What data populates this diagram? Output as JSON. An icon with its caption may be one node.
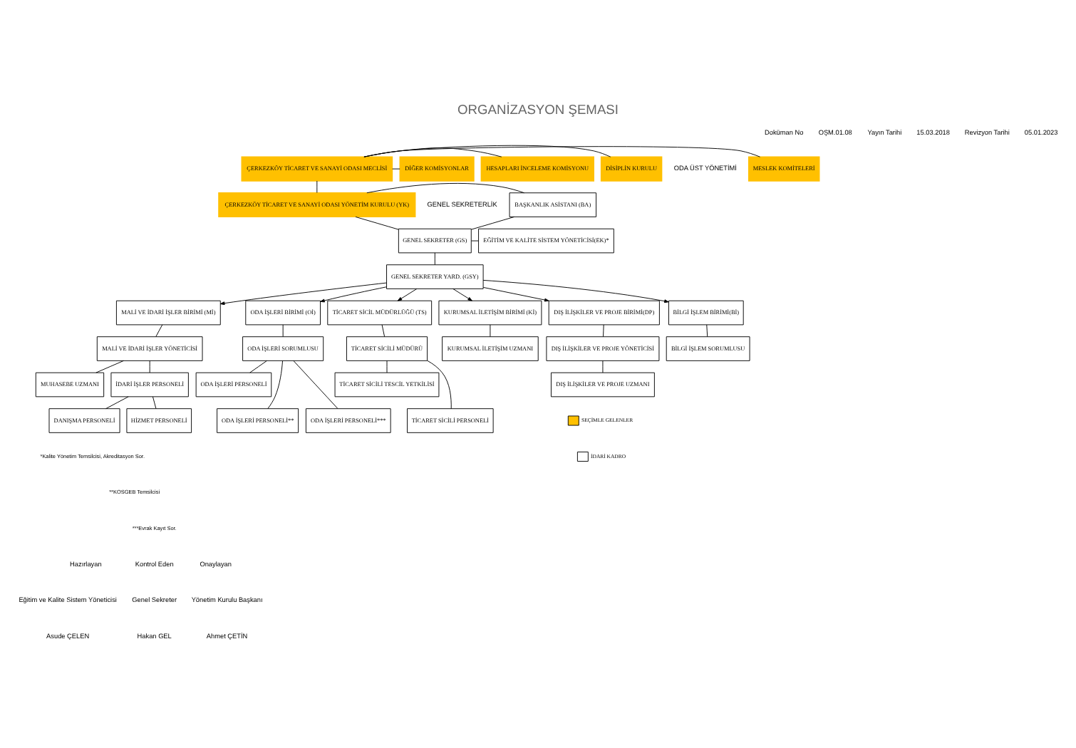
{
  "diagram": {
    "title": "ORGANİZASYON ŞEMASI",
    "nodes": [
      {
        "text": [
          "MESLEK KOMİTELERİ"
        ]
      },
      {
        "text": [
          "DİSİPLİN KURULU"
        ]
      },
      {
        "text": [
          "ÇERKEZKÖY TİCARET VE SANAYİ ODASI MECLİSİ"
        ]
      },
      {
        "text": [
          "HESAPLARI İNCELEME KOMİSYONU"
        ]
      },
      {
        "text": [
          "DİĞER KOMİSYONLAR"
        ]
      },
      {
        "text": [
          "ÇERKEZKÖY TİCARET VE SANAYİ ODASI YÖNETİM KURULU (YK)"
        ]
      },
      {
        "text": [
          "BAŞKANLIK ASİSTANI (BA)"
        ]
      },
      {
        "text": [
          "GENEL SEKRETER (GS)"
        ]
      },
      {
        "text": [
          "EĞİTİM VE KALİTE SİSTEM YÖNETİCİSİ(EK)*"
        ]
      },
      {
        "text": [
          "GENEL SEKRETER YARD. (GSY)"
        ]
      },
      {
        "text": [
          "MALİ VE İDARİ İŞLER BİRİMİ (Mİ)"
        ]
      },
      {
        "text": [
          "ODA İŞLERİ BİRİMİ (Oİ)"
        ]
      },
      {
        "text": [
          "TİCARET SİCİL MÜDÜRLÜĞÜ (TS)"
        ]
      },
      {
        "text": [
          "KURUMSAL İLETİŞİM BİRİMİ (Kİ)"
        ]
      },
      {
        "text": [
          "DIŞ İLİŞKİLER VE PROJE BİRİMİ(DP)"
        ]
      },
      {
        "text": [
          "BİLGİ İŞLEM BİRİMİ(Bİ)"
        ]
      },
      {
        "text": [
          "MALİ VE İDARİ İŞLER YÖNETİCİSİ"
        ]
      },
      {
        "text": [
          "MUHASEBE UZMANI"
        ]
      },
      {
        "text": [
          "İDARİ İŞLER PERSONELİ"
        ]
      },
      {
        "text": [
          "DANIŞMA PERSONELİ"
        ]
      },
      {
        "text": [
          "HİZMET PERSONELİ"
        ]
      },
      {
        "text": [
          "ODA İŞLERİ SORUMLUSU"
        ]
      },
      {
        "text": [
          "ODA İŞLERİ PERSONELİ"
        ]
      },
      {
        "text": [
          "ODA İŞLERİ PERSONELİ**"
        ]
      },
      {
        "text": [
          "ODA İŞLERİ PERSONELİ***"
        ]
      },
      {
        "text": [
          "TİCARET SİCİLİ MÜDÜRÜ"
        ]
      },
      {
        "text": [
          "TİCARET SİCİLİ TESCİL YETKİLİSİ"
        ]
      },
      {
        "text": [
          "TİCARET SİCİLİ PERSONELİ"
        ]
      },
      {
        "text": [
          "KURUMSAL İLETİŞİM UZMANI"
        ]
      },
      {
        "text": [
          "DIŞ İLİŞKİLER VE PROJE YÖNETİCİSİ"
        ]
      },
      {
        "text": [
          "DIŞ İLİŞKİLER VE PROJE UZMANI"
        ]
      },
      {
        "text": [
          "BİLGİ İŞLEM SORUMLUSU"
        ]
      }
    ],
    "edges": [
      {
        "from": 2,
        "to": 0,
        "arrow": "none"
      },
      {
        "from": 2,
        "to": 1,
        "arrow": "none"
      },
      {
        "from": 2,
        "to": 3,
        "arrow": "none"
      },
      {
        "from": 2,
        "to": 4,
        "arrow": "none"
      },
      {
        "from": 2,
        "to": 5,
        "arrow": "none"
      },
      {
        "from": 5,
        "to": 6,
        "arrow": "none"
      },
      {
        "from": 5,
        "to": 7,
        "arrow": "none"
      },
      {
        "from": 7,
        "to": 6,
        "arrow": "none"
      },
      {
        "from": 7,
        "to": 8,
        "arrow": "none"
      },
      {
        "from": 7,
        "to": 9,
        "arrow": "none"
      },
      {
        "from": 9,
        "to": 10,
        "arrow": "to"
      },
      {
        "from": 9,
        "to": 11,
        "arrow": "to"
      },
      {
        "from": 9,
        "to": 12,
        "arrow": "to"
      },
      {
        "from": 9,
        "to": 13,
        "arrow": "to"
      },
      {
        "from": 9,
        "to": 14,
        "arrow": "to"
      },
      {
        "from": 9,
        "to": 15,
        "arrow": "to"
      },
      {
        "from": 10,
        "to": 16,
        "arrow": "none"
      },
      {
        "from": 16,
        "to": 17,
        "arrow": "none"
      },
      {
        "from": 16,
        "to": 18,
        "arrow": "none"
      },
      {
        "from": 18,
        "to": 19,
        "arrow": "none"
      },
      {
        "from": 18,
        "to": 20,
        "arrow": "none"
      },
      {
        "from": 11,
        "to": 21,
        "arrow": "none"
      },
      {
        "from": 21,
        "to": 22,
        "arrow": "none"
      },
      {
        "from": 21,
        "to": 23,
        "arrow": "none"
      },
      {
        "from": 21,
        "to": 24,
        "arrow": "none"
      },
      {
        "from": 12,
        "to": 25,
        "arrow": "none"
      },
      {
        "from": 25,
        "to": 26,
        "arrow": "none"
      },
      {
        "from": 25,
        "to": 27,
        "arrow": "none"
      },
      {
        "from": 13,
        "to": 28,
        "arrow": "none"
      },
      {
        "from": 14,
        "to": 29,
        "arrow": "none"
      },
      {
        "from": 29,
        "to": 30,
        "arrow": "none"
      },
      {
        "from": 15,
        "to": 31,
        "arrow": "none"
      }
    ],
    "labels": [
      "Doküman No",
      "OŞM.01.08",
      "Yayın Tarihi",
      "15.03.2018",
      "Revizyon Tarihi",
      "05.01.2023",
      "ODA ÜST YÖNETİMİ",
      "GENEL SEKRETERLİK",
      "*Kalite Yönetim Temsilcisi, Akreditasyon Sor.",
      "**KOSGEB Temsilcisi",
      "***Evrak Kayıt Sor.",
      "Hazırlayan",
      "Eğitim ve Kalite Sistem Yöneticisi",
      "Asude ÇELEN",
      "Kontrol Eden",
      "Genel Sekreter",
      "Hakan GEL",
      "Onaylayan",
      "Yönetim Kurulu Başkanı",
      "Ahmet ÇETİN"
    ],
    "legend": [
      {
        "text": "SEÇİMLE GELENLER",
        "color": "#ffc000"
      },
      {
        "text": "İDARİ KADRO",
        "color": "#ffffff"
      }
    ]
  }
}
